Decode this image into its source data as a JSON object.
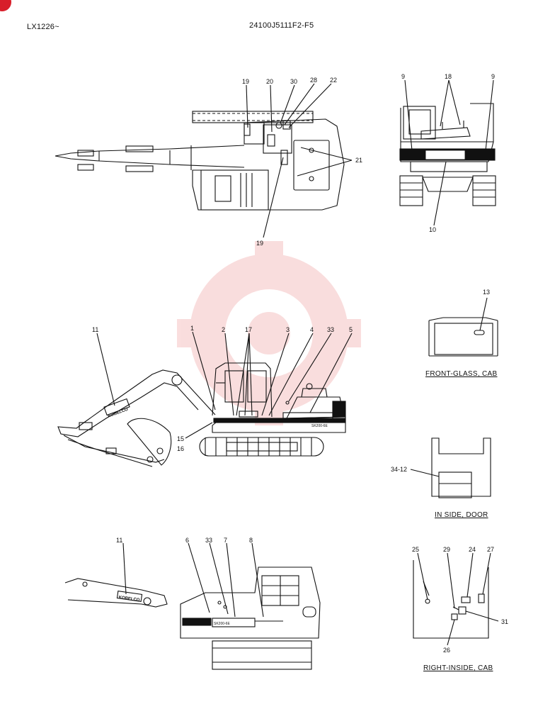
{
  "header": {
    "left_code": "LX1226~",
    "center_code": "24100J5111F2-F5"
  },
  "brand": {
    "decal_text": "KOBELCO",
    "model_badge": "SK200-6E"
  },
  "captions": {
    "front_glass": "FRONT-GLASS, CAB",
    "inside_door": "IN SIDE, DOOR",
    "right_inside": "RIGHT-INSIDE, CAB"
  },
  "labels": {
    "top_19a": "19",
    "top_20": "20",
    "top_30": "30",
    "top_28": "28",
    "top_22": "22",
    "top_21": "21",
    "top_19b": "19",
    "rear_9a": "9",
    "rear_18": "18",
    "rear_9b": "9",
    "rear_10": "10",
    "side_11": "11",
    "side_1": "1",
    "side_2": "2",
    "side_17": "17",
    "side_3": "3",
    "side_4": "4",
    "side_33": "33",
    "side_5": "5",
    "side_15": "15",
    "side_16": "16",
    "fg_13": "13",
    "door_34_12": "34-12",
    "arm_11": "11",
    "lower_6": "6",
    "lower_33": "33",
    "lower_7": "7",
    "lower_8": "8",
    "ri_25": "25",
    "ri_29": "29",
    "ri_24": "24",
    "ri_27": "27",
    "ri_31": "31",
    "ri_26": "26"
  },
  "colors": {
    "line": "#111111",
    "watermark": "#f0a0a0",
    "badge": "#d81e2a"
  }
}
